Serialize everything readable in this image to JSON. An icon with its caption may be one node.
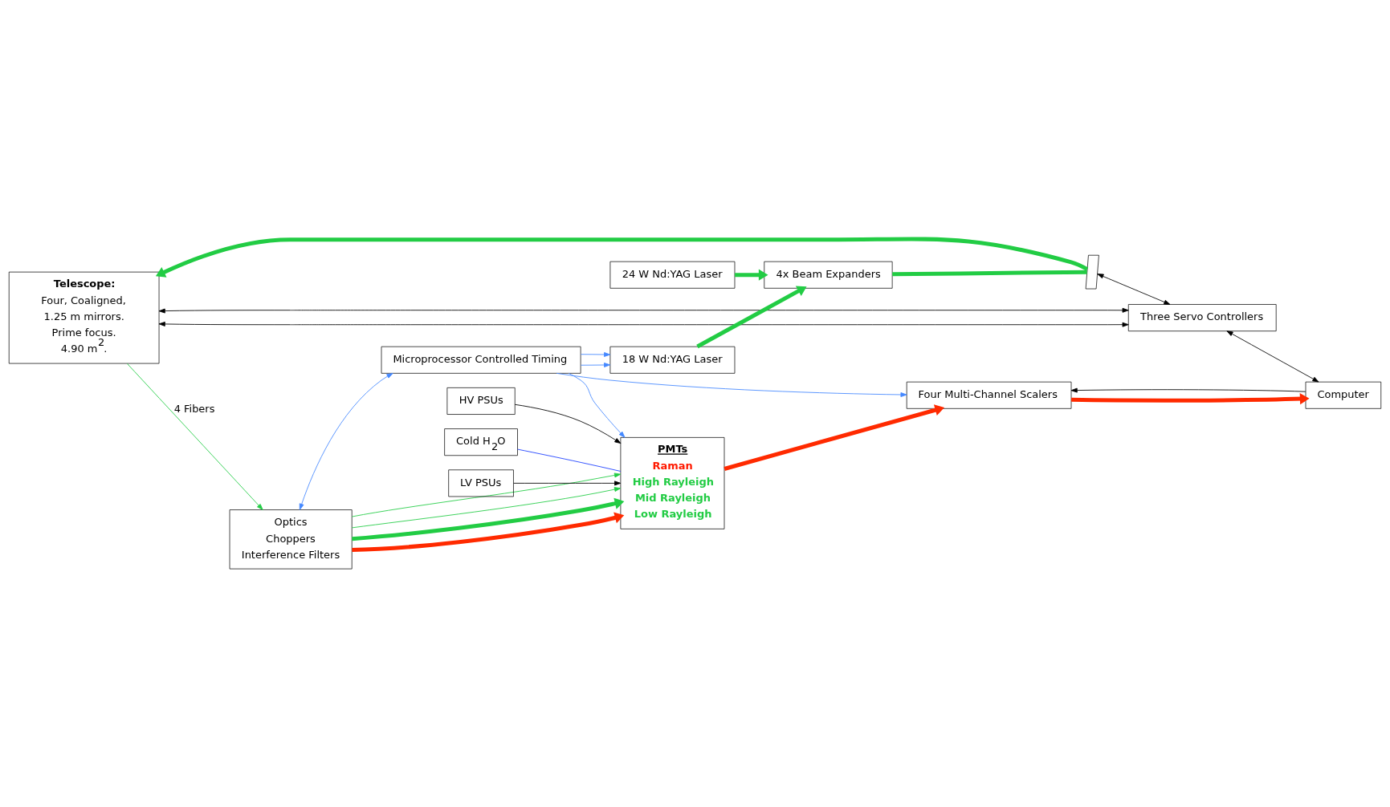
{
  "diagram": {
    "nodes": [
      {
        "text": [
          "PMTs",
          "Raman",
          "High Rayleigh",
          "Mid Rayleigh",
          "Low Rayleigh"
        ]
      },
      {
        "text": [
          "Optics",
          "Choppers",
          "Interference Filters"
        ]
      },
      {
        "text": [
          "Telescope:",
          "Four, Coaligned,",
          "1.25 m mirrors.",
          "Prime focus.",
          "4.90 m$^{2}$."
        ]
      },
      {
        "text": [
          "Microprocessor Controlled Timing"
        ]
      },
      {
        "text": [
          "18 W Nd:YAG Laser"
        ]
      },
      {
        "text": [
          "24 W Nd:YAG Laser"
        ]
      },
      {
        "text": [
          "4x Beam Expanders"
        ]
      },
      {
        "text": [],
        "shape": "parallelogram"
      },
      {
        "text": [
          "Three Servo Controllers"
        ]
      },
      {
        "text": [
          "Cold H$_{2}$O"
        ]
      },
      {
        "text": [
          "LV PSUs"
        ]
      },
      {
        "text": [
          "HV PSUs"
        ]
      },
      {
        "text": [
          "Four Multi-Channel Scalers"
        ]
      },
      {
        "text": [
          "Computer"
        ]
      }
    ],
    "edges": [
      {
        "from": 2,
        "to": 1,
        "arrow": "to",
        "label": "4 Fibers",
        "color": "#22cc44"
      },
      {
        "from": 1,
        "to": 0,
        "arrow": "to",
        "style": "thick",
        "color": "#ff2a00"
      },
      {
        "from": 1,
        "to": 0,
        "arrow": "to",
        "style": "thick",
        "color": "#22cc44"
      },
      {
        "from": 1,
        "to": 0,
        "arrow": "to",
        "color": "#22cc44"
      },
      {
        "from": 1,
        "to": 0,
        "arrow": "to",
        "color": "#22cc44"
      },
      {
        "from": 1,
        "to": 3,
        "arrow": "both",
        "color": "#4488ff"
      },
      {
        "from": 3,
        "to": 0,
        "arrow": "to",
        "color": "#4488ff"
      },
      {
        "from": 3,
        "to": 12,
        "arrow": "to",
        "color": "#4488ff"
      },
      {
        "from": 3,
        "to": 4,
        "arrow": "to",
        "color": "#4488ff"
      },
      {
        "from": 3,
        "to": 4,
        "arrow": "to",
        "color": "#4488ff"
      },
      {
        "from": 4,
        "to": 6,
        "arrow": "to",
        "style": "thick",
        "color": "#22cc44"
      },
      {
        "from": 5,
        "to": 6,
        "arrow": "to",
        "style": "thick",
        "color": "#22cc44"
      },
      {
        "from": 6,
        "to": 7,
        "arrow": "none",
        "style": "thick",
        "color": "#22cc44"
      },
      {
        "from": 7,
        "to": 2,
        "arrow": "to",
        "style": "thick",
        "color": "#22cc44"
      },
      {
        "from": 7,
        "to": 8,
        "arrow": "both",
        "color": "#000000"
      },
      {
        "from": 2,
        "to": 8,
        "arrow": "both",
        "color": "#000000"
      },
      {
        "from": 2,
        "to": 8,
        "arrow": "both",
        "color": "#000000"
      },
      {
        "from": 9,
        "to": 0,
        "arrow": "none",
        "color": "#1a3cff"
      },
      {
        "from": 10,
        "to": 0,
        "arrow": "to",
        "color": "#000000"
      },
      {
        "from": 11,
        "to": 0,
        "arrow": "to",
        "color": "#000000"
      },
      {
        "from": 0,
        "to": 12,
        "arrow": "to",
        "style": "thick",
        "color": "#ff2a00"
      },
      {
        "from": 13,
        "to": 12,
        "arrow": "to",
        "color": "#000000"
      },
      {
        "from": 12,
        "to": 13,
        "arrow": "to",
        "style": "thick",
        "color": "#ff2a00"
      },
      {
        "from": 8,
        "to": 13,
        "arrow": "both",
        "color": "#000000"
      }
    ]
  }
}
